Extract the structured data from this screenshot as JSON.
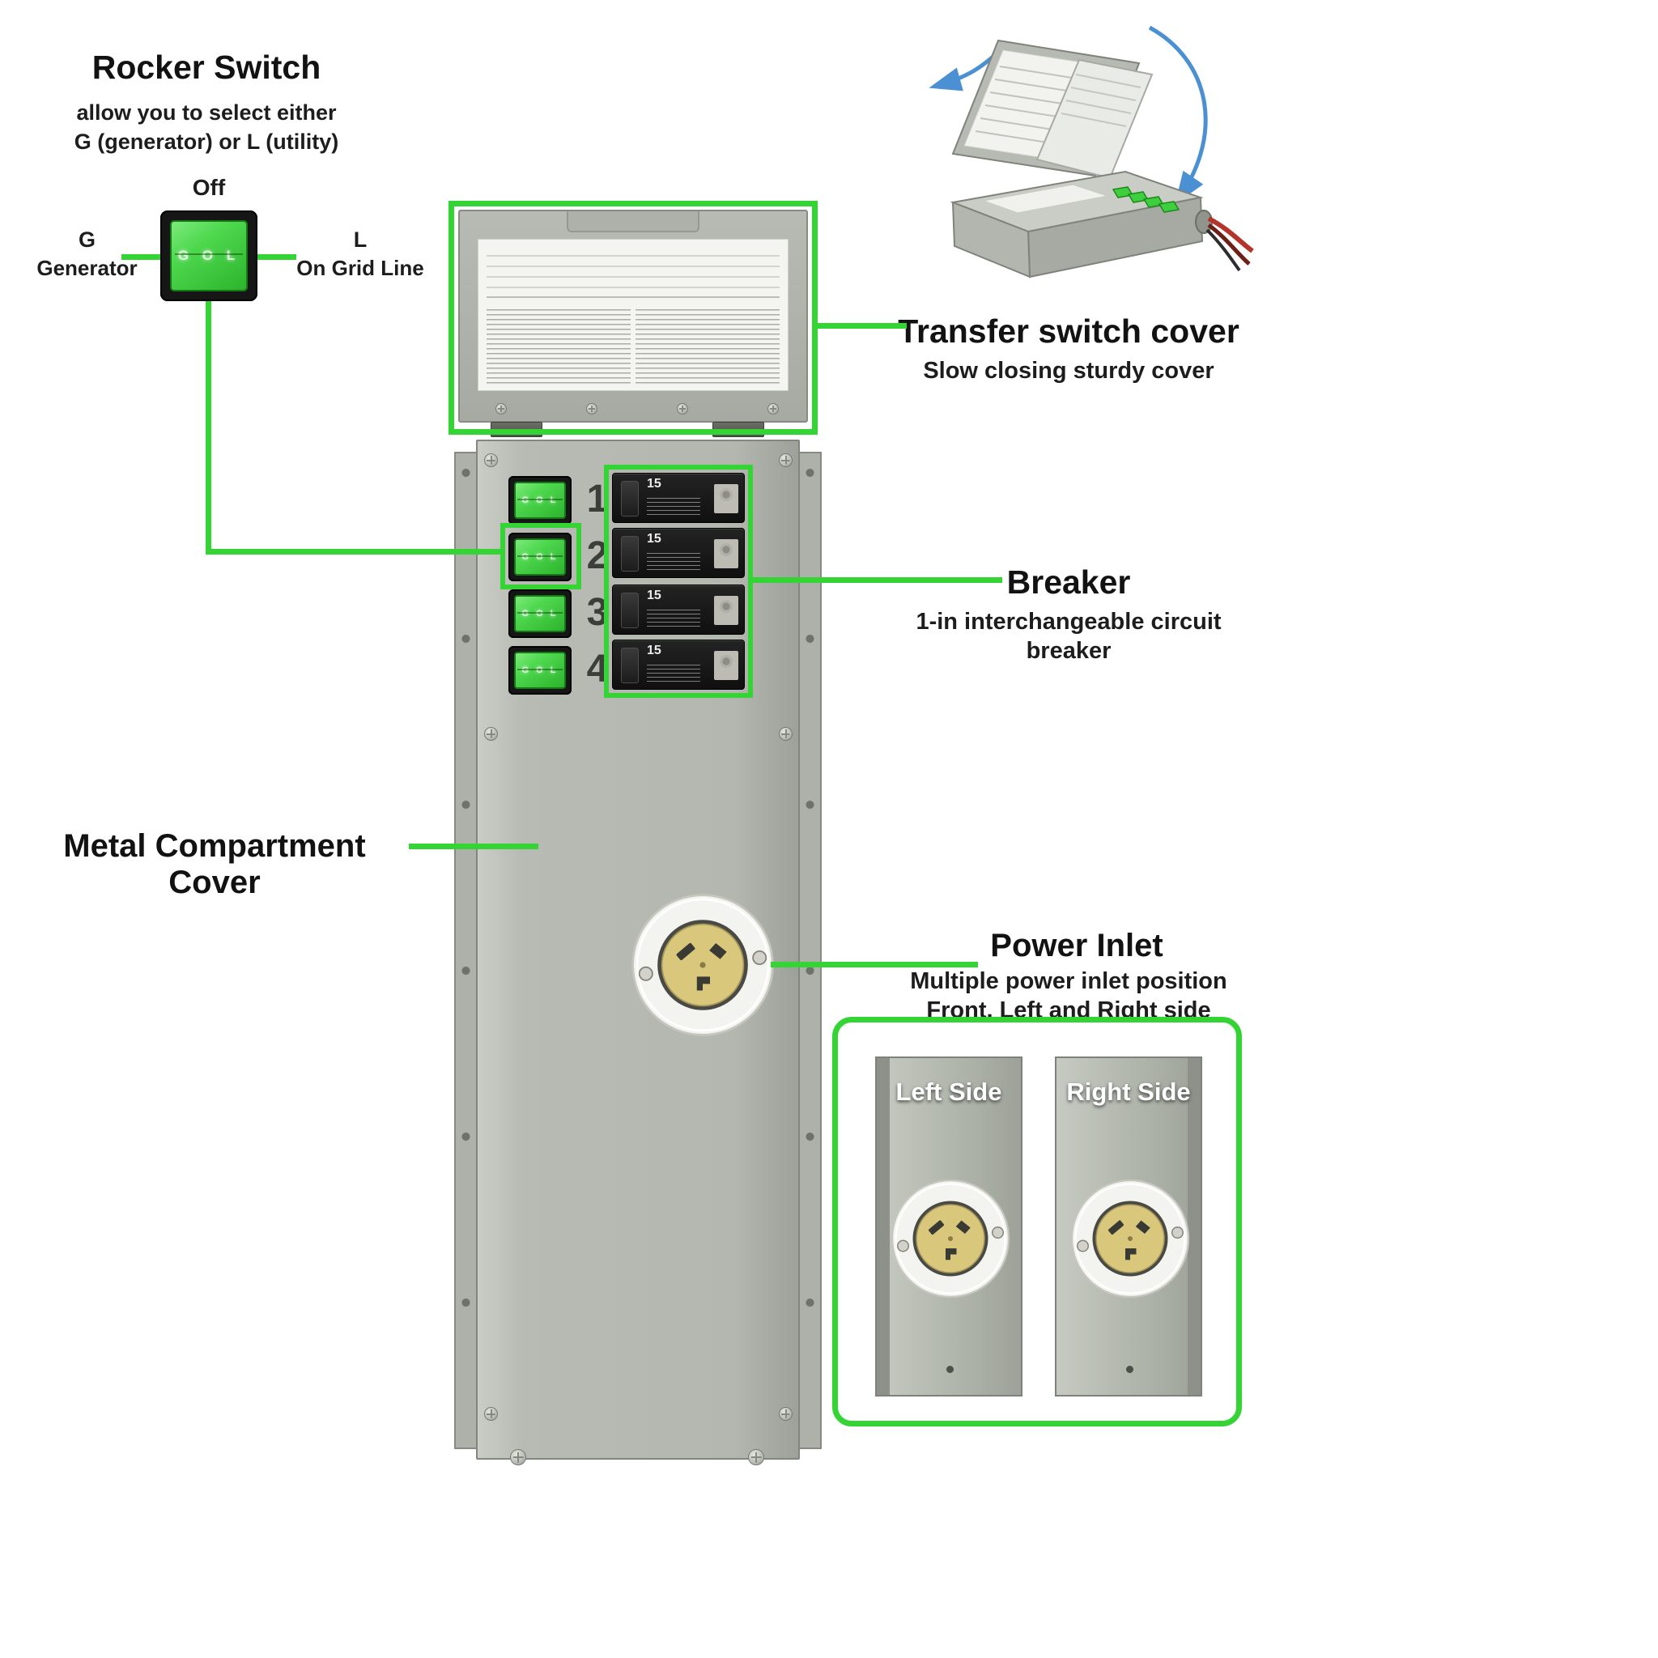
{
  "colors": {
    "accent_green": "#35d435",
    "arrow_blue": "#4a90d2",
    "body_gray": "#b4b8b0",
    "switch_green": "#4ed84e"
  },
  "rocker_switch": {
    "title": "Rocker Switch",
    "subtitle_line1": "allow you to select either",
    "subtitle_line2": "G (generator) or L (utility)",
    "off_label": "Off",
    "left_letter": "G",
    "left_label": "Generator",
    "right_letter": "L",
    "right_label": "On Grid Line",
    "switch_face": "G O L"
  },
  "unit": {
    "switch_face": "G O L",
    "switch_numbers": [
      "1",
      "2",
      "3",
      "4"
    ],
    "breaker_amp": "15"
  },
  "transfer_cover": {
    "title": "Transfer switch cover",
    "subtitle": "Slow closing sturdy cover"
  },
  "breaker": {
    "title": "Breaker",
    "subtitle_line1": "1-in interchangeable circuit",
    "subtitle_line2": "breaker"
  },
  "metal_cover": {
    "title": "Metal Compartment Cover"
  },
  "power_inlet": {
    "title": "Power Inlet",
    "subtitle_line1": "Multiple power inlet position",
    "subtitle_line2": "Front, Left and Right side",
    "left_side_label": "Left Side",
    "right_side_label": "Right Side"
  }
}
